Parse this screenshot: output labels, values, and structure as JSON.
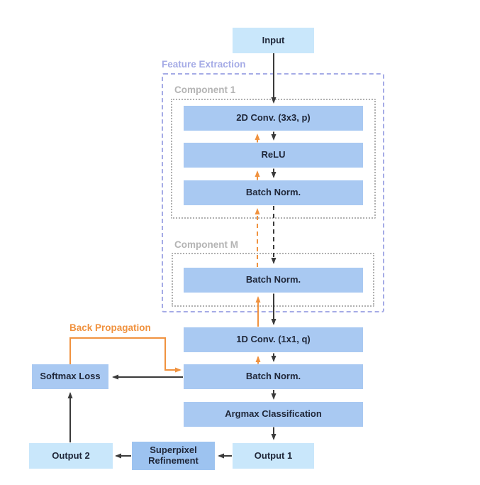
{
  "nodes": {
    "input": {
      "label": "Input"
    },
    "conv2d": {
      "label": "2D Conv.  (3x3, p)"
    },
    "relu": {
      "label": "ReLU"
    },
    "batch_norm_1": {
      "label": "Batch Norm."
    },
    "batch_norm_m": {
      "label": "Batch Norm."
    },
    "conv1d": {
      "label": "1D Conv. (1x1, q)"
    },
    "batch_norm_2": {
      "label": "Batch Norm."
    },
    "argmax": {
      "label": "Argmax Classification"
    },
    "softmax_loss": {
      "label": "Softmax Loss"
    },
    "output_1": {
      "label": "Output 1"
    },
    "superpixel": {
      "label": "Superpixel Refinement"
    },
    "output_2": {
      "label": "Output 2"
    }
  },
  "groups": {
    "feature_extraction": {
      "label": "Feature Extraction"
    },
    "component_1": {
      "label": "Component 1"
    },
    "component_m": {
      "label": "Component M"
    }
  },
  "annotations": {
    "back_propagation": {
      "label": "Back Propagation"
    }
  },
  "colors": {
    "io_box": "#c9e7fb",
    "layer_box": "#a9c9f2",
    "refine_box": "#9dc3f0",
    "orange": "#f0923f",
    "purple": "#a5abe6",
    "gray_label": "#b4b4b4",
    "gray_border": "#b0b0b0",
    "arrow_black": "#3a3a3a",
    "text": "#20283a"
  }
}
